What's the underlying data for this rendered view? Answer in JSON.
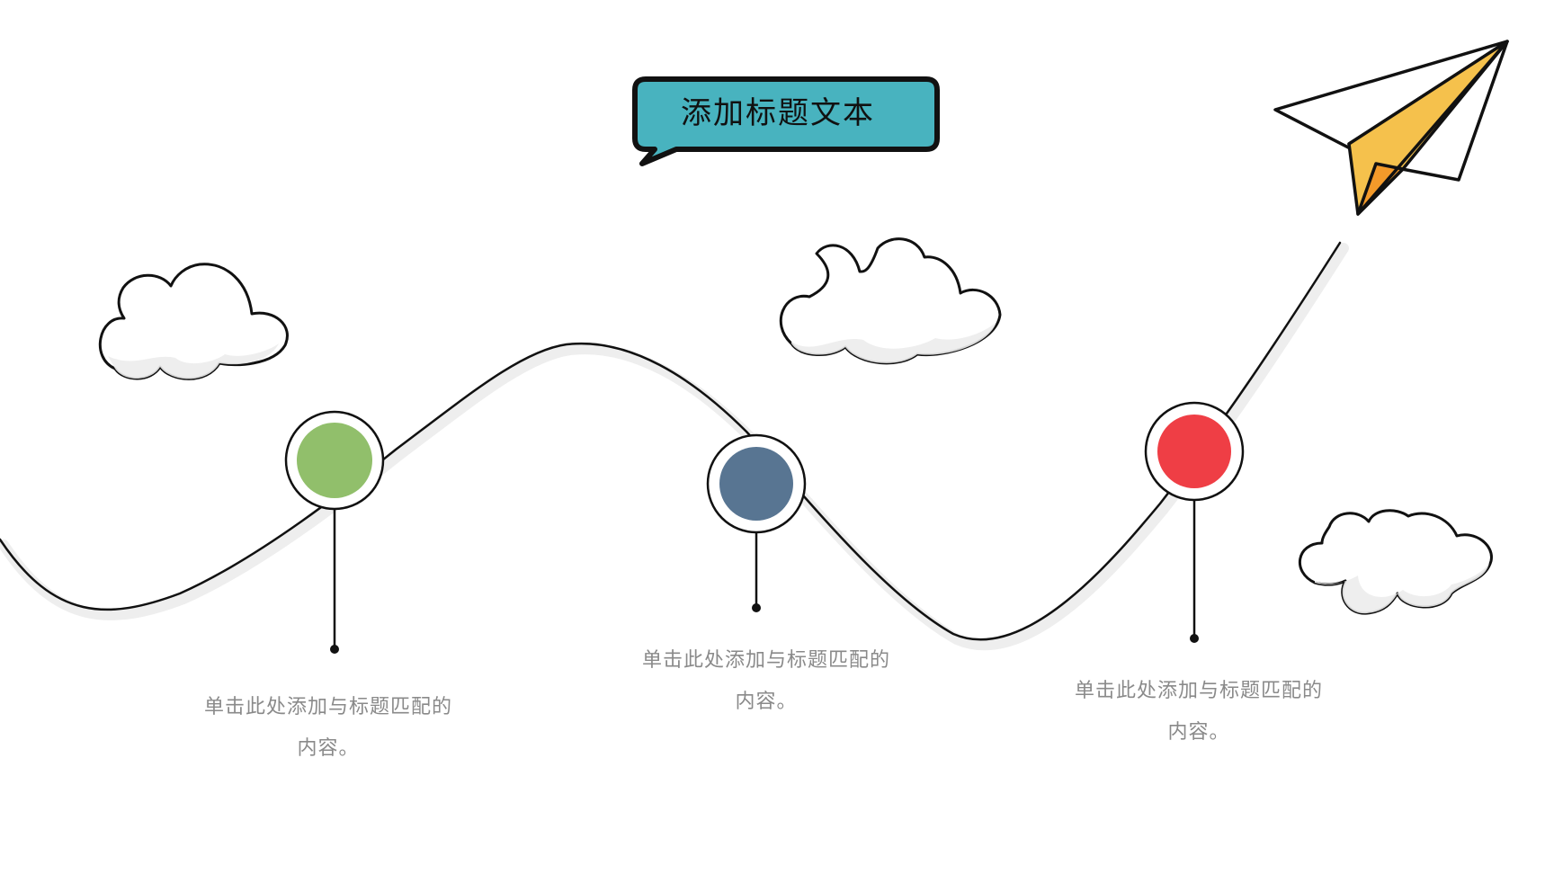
{
  "title": {
    "text": "添加标题文本"
  },
  "colors": {
    "title_box": "#48b3bf",
    "outline": "#111111",
    "node_1": "#91bf6b",
    "node_2": "#587592",
    "node_3": "#ef3e45",
    "plane_fold_light": "#f5c14c",
    "plane_fold_dark": "#f39a2a",
    "caption_text": "#8a8a8a",
    "shadow": "#eeeeee"
  },
  "timeline": {
    "nodes": [
      {
        "color_key": "node_1",
        "caption_line1": "单击此处添加与标题匹配的",
        "caption_line2": "内容。"
      },
      {
        "color_key": "node_2",
        "caption_line1": "单击此处添加与标题匹配的",
        "caption_line2": "内容。"
      },
      {
        "color_key": "node_3",
        "caption_line1": "单击此处添加与标题匹配的",
        "caption_line2": "内容。"
      }
    ]
  },
  "decorations": {
    "clouds": 3,
    "icon": "paper-plane-icon"
  }
}
